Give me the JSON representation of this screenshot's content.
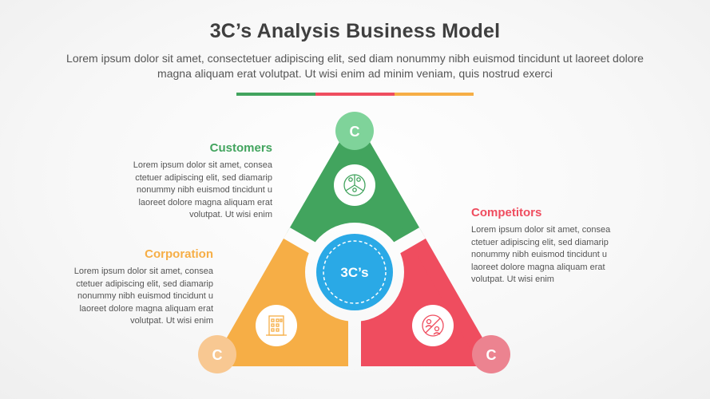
{
  "title": "3C’s Analysis Business Model",
  "subtitle": "Lorem ipsum dolor sit amet, consectetuer adipiscing elit, sed diam nonummy nibh euismod tincidunt ut laoreet dolore magna aliquam erat volutpat. Ut wisi enim ad minim veniam, quis nostrud exerci",
  "colors": {
    "green": "#42a45e",
    "green_light": "#7fd39a",
    "orange": "#f6ae46",
    "orange_light": "#f8c892",
    "red": "#ef4d5f",
    "red_light": "#ec8390",
    "blue": "#2aa9e6",
    "heading_text": "#3f3f3f",
    "body_text": "#555555"
  },
  "center": {
    "label": "3C’s"
  },
  "sections": {
    "customers": {
      "heading": "Customers",
      "body": [
        "Lorem ipsum dolor sit amet, consea",
        "ctetuer adipiscing elit, sed diamarip",
        "nonummy nibh euismod tincidunt u",
        "laoreet dolore magna aliquam erat",
        "volutpat. Ut wisi enim"
      ],
      "badge": "C",
      "icon": "people-group-icon"
    },
    "corporation": {
      "heading": "Corporation",
      "body": [
        "Lorem ipsum dolor sit amet, consea",
        "ctetuer adipiscing elit, sed diamarip",
        "nonummy nibh euismod tincidunt u",
        "laoreet dolore magna aliquam erat",
        "volutpat. Ut wisi enim"
      ],
      "badge": "C",
      "icon": "office-building-icon"
    },
    "competitors": {
      "heading": "Competitors",
      "body": [
        "Lorem ipsum dolor sit amet, consea",
        "ctetuer adipiscing elit, sed diamarip",
        "nonummy nibh euismod tincidunt u",
        "laoreet dolore magna aliquam erat",
        "volutpat. Ut wisi enim"
      ],
      "badge": "C",
      "icon": "competitor-versus-icon"
    }
  }
}
